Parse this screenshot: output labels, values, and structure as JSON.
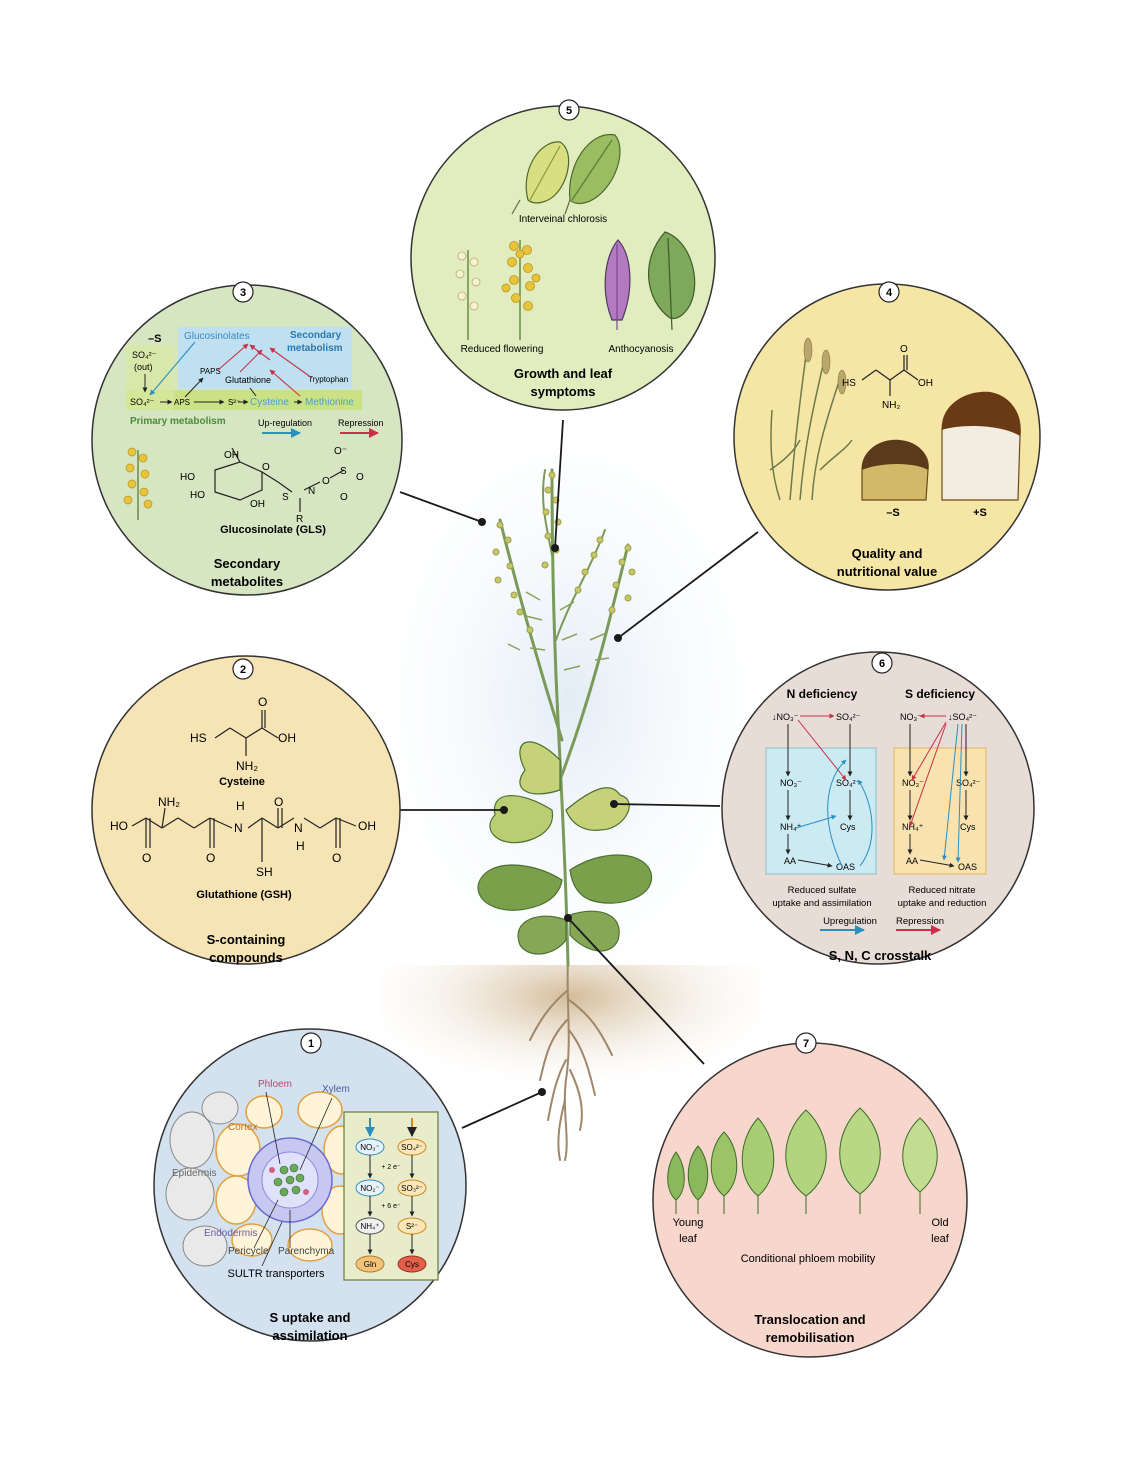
{
  "panels": {
    "p1": {
      "number": "1",
      "title_lines": [
        "S uptake and",
        "assimilation"
      ],
      "labels": {
        "phloem": "Phloem",
        "xylem": "Xylem",
        "cortex": "Cortex",
        "epidermis": "Epidermis",
        "endodermis": "Endodermis",
        "pericycle": "Pericycle",
        "parenchyma": "Parenchyma",
        "sultr": "SULTR transporters"
      },
      "nitrate_path": [
        "NO₃⁻",
        "NO₂⁻",
        "NH₄⁺",
        "Gln"
      ],
      "sulfate_path": [
        "SO₄²⁻",
        "SO₃²⁻",
        "S²⁻",
        "Cys"
      ],
      "electrons": [
        "+ 2 e⁻",
        "+ 6 e⁻"
      ]
    },
    "p2": {
      "number": "2",
      "title_lines": [
        "S-containing",
        "compounds"
      ],
      "cysteine_name": "Cysteine",
      "glutathione_name": "Glutathione (GSH)",
      "atoms": {
        "hs": "HS",
        "oh": "OH",
        "o": "O",
        "nh2": "NH₂",
        "ho": "HO",
        "h": "H",
        "n": "N",
        "sh": "SH"
      }
    },
    "p3": {
      "number": "3",
      "title_lines": [
        "Secondary",
        "metabolites"
      ],
      "minus_s": "–S",
      "so4_out_lines": [
        "SO₄²⁻",
        "(out)"
      ],
      "so4": "SO₄²⁻",
      "aps": "APS",
      "paps": "PAPS",
      "s2": "S²⁻",
      "glutathione": "Glutathione",
      "cysteine": "Cysteine",
      "methionine": "Methionine",
      "tryptophan": "Tryptophan",
      "glucosinolates": "Glucosinolates",
      "secondary_metabolism_lines": [
        "Secondary",
        "metabolism"
      ],
      "primary_metabolism": "Primary metabolism",
      "upregulation": "Up-regulation",
      "repression": "Repression",
      "gls_name": "Glucosinolate (GLS)",
      "atoms": {
        "oh": "OH",
        "ho": "HO",
        "o": "O",
        "s": "S",
        "n": "N",
        "r": "R",
        "o_minus": "O⁻"
      }
    },
    "p4": {
      "number": "4",
      "title_lines": [
        "Quality and",
        "nutritional value"
      ],
      "minus_s": "–S",
      "plus_s": "+S",
      "atoms": {
        "hs": "HS",
        "oh": "OH",
        "o": "O",
        "nh2": "NH₂"
      }
    },
    "p5": {
      "number": "5",
      "title_lines": [
        "Growth and leaf",
        "symptoms"
      ],
      "interveinal": "Interveinal chlorosis",
      "reduced_flowering": "Reduced flowering",
      "anthocyanosis": "Anthocyanosis"
    },
    "p6": {
      "number": "6",
      "title": "S, N, C crosstalk",
      "n_deficiency": "N deficiency",
      "s_deficiency": "S deficiency",
      "nodes": {
        "no3_low": "↓NO₃⁻",
        "no3": "NO₃⁻",
        "so4": "SO₄²⁻",
        "so4_low": "↓SO₄²⁻",
        "nh4": "NH₄⁺",
        "aa": "AA",
        "oas": "OAS",
        "cys": "Cys"
      },
      "n_caption_lines": [
        "Reduced sulfate",
        "uptake and assimilation"
      ],
      "s_caption_lines": [
        "Reduced nitrate",
        "uptake and reduction"
      ],
      "upregulation": "Upregulation",
      "repression": "Repression"
    },
    "p7": {
      "number": "7",
      "title_lines": [
        "Translocation and",
        "remobilisation"
      ],
      "young_leaf_lines": [
        "Young",
        "leaf"
      ],
      "old_leaf_lines": [
        "Old",
        "leaf"
      ],
      "mobility": "Conditional phloem mobility"
    }
  },
  "colors": {
    "p1_fill": "#d4e2f0",
    "p2_fill": "#f7e4b5",
    "p3_fill": "#d6e6c2",
    "p4_fill": "#f6e6a6",
    "p5_fill": "#e2edbf",
    "p6_fill": "#e8dcd6",
    "p7_fill": "#f7d6cc",
    "upregulation": "#2b8fc0",
    "repression": "#c9304a",
    "leaf_green": "#6f9a4a",
    "flower_yellow": "#e8c43a"
  }
}
